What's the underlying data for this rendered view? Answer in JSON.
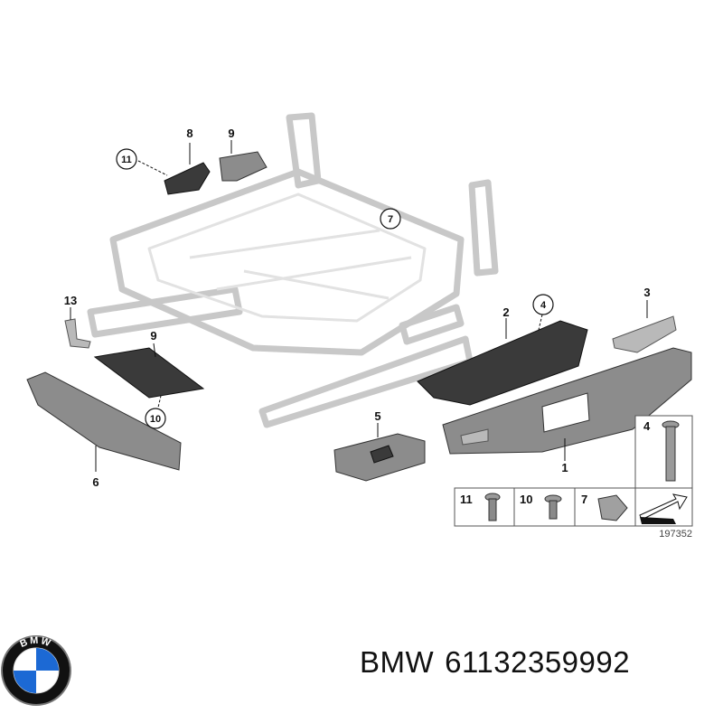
{
  "callouts": {
    "c1": "1",
    "c2": "2",
    "c3": "3",
    "c4": "4",
    "c5": "5",
    "c6": "6",
    "c7": "7",
    "c8": "8",
    "c9a": "9",
    "c9b": "9",
    "c10": "10",
    "c11": "11",
    "c13": "13"
  },
  "fastener_table": {
    "cells": [
      {
        "number": "11",
        "part": "screw"
      },
      {
        "number": "10",
        "part": "screw"
      },
      {
        "number": "7",
        "part": "clip"
      }
    ],
    "vertical_cell_number": "4",
    "reference": "197352"
  },
  "brand": {
    "logo_name": "bmw-logo",
    "logo_text": "BMW",
    "name": "BMW",
    "part_number": "61132359992",
    "colors": {
      "blue": "#1c69d4",
      "ring": "#111111",
      "white": "#ffffff"
    }
  }
}
